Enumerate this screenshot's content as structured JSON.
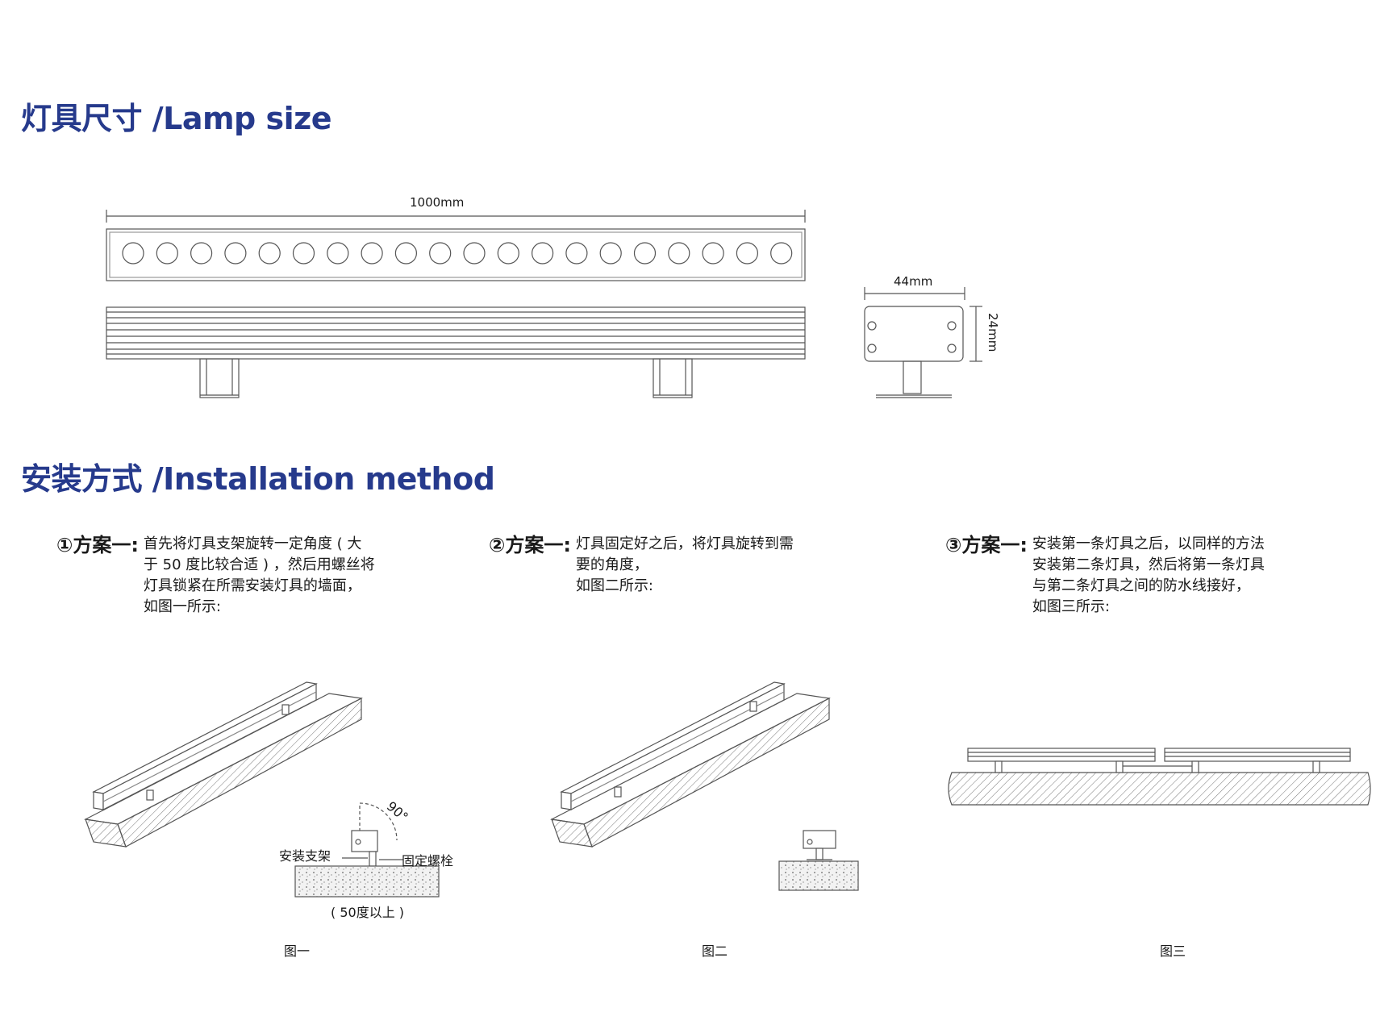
{
  "sections": {
    "lamp_size": {
      "title": "灯具尺寸 /Lamp size"
    },
    "installation": {
      "title": "安装方式 /Installation method"
    }
  },
  "dimensions": {
    "length": "1000mm",
    "width": "44mm",
    "height": "24mm"
  },
  "colors": {
    "title": "#263a8c",
    "line": "#555555"
  },
  "steps": [
    {
      "head": "①方案一:",
      "lines": [
        "首先将灯具支架旋转一定角度 ( 大",
        "于 50 度比较合适 ) ，然后用螺丝将",
        "灯具锁紧在所需安装灯具的墙面，",
        "如图一所示:"
      ]
    },
    {
      "head": "②方案一:",
      "lines": [
        "灯具固定好之后，将灯具旋转到需",
        "要的角度，",
        "如图二所示:"
      ]
    },
    {
      "head": "③方案一:",
      "lines": [
        "安装第一条灯具之后，以同样的方法",
        "安装第二条灯具，然后将第一条灯具",
        "与第二条灯具之间的防水线接好，",
        "如图三所示:"
      ]
    }
  ],
  "figure1_labels": {
    "angle": "90°",
    "bracket": "安装支架",
    "bolt": "固定螺栓",
    "note": "( 50度以上 )"
  },
  "captions": [
    "图一",
    "图二",
    "图三"
  ]
}
